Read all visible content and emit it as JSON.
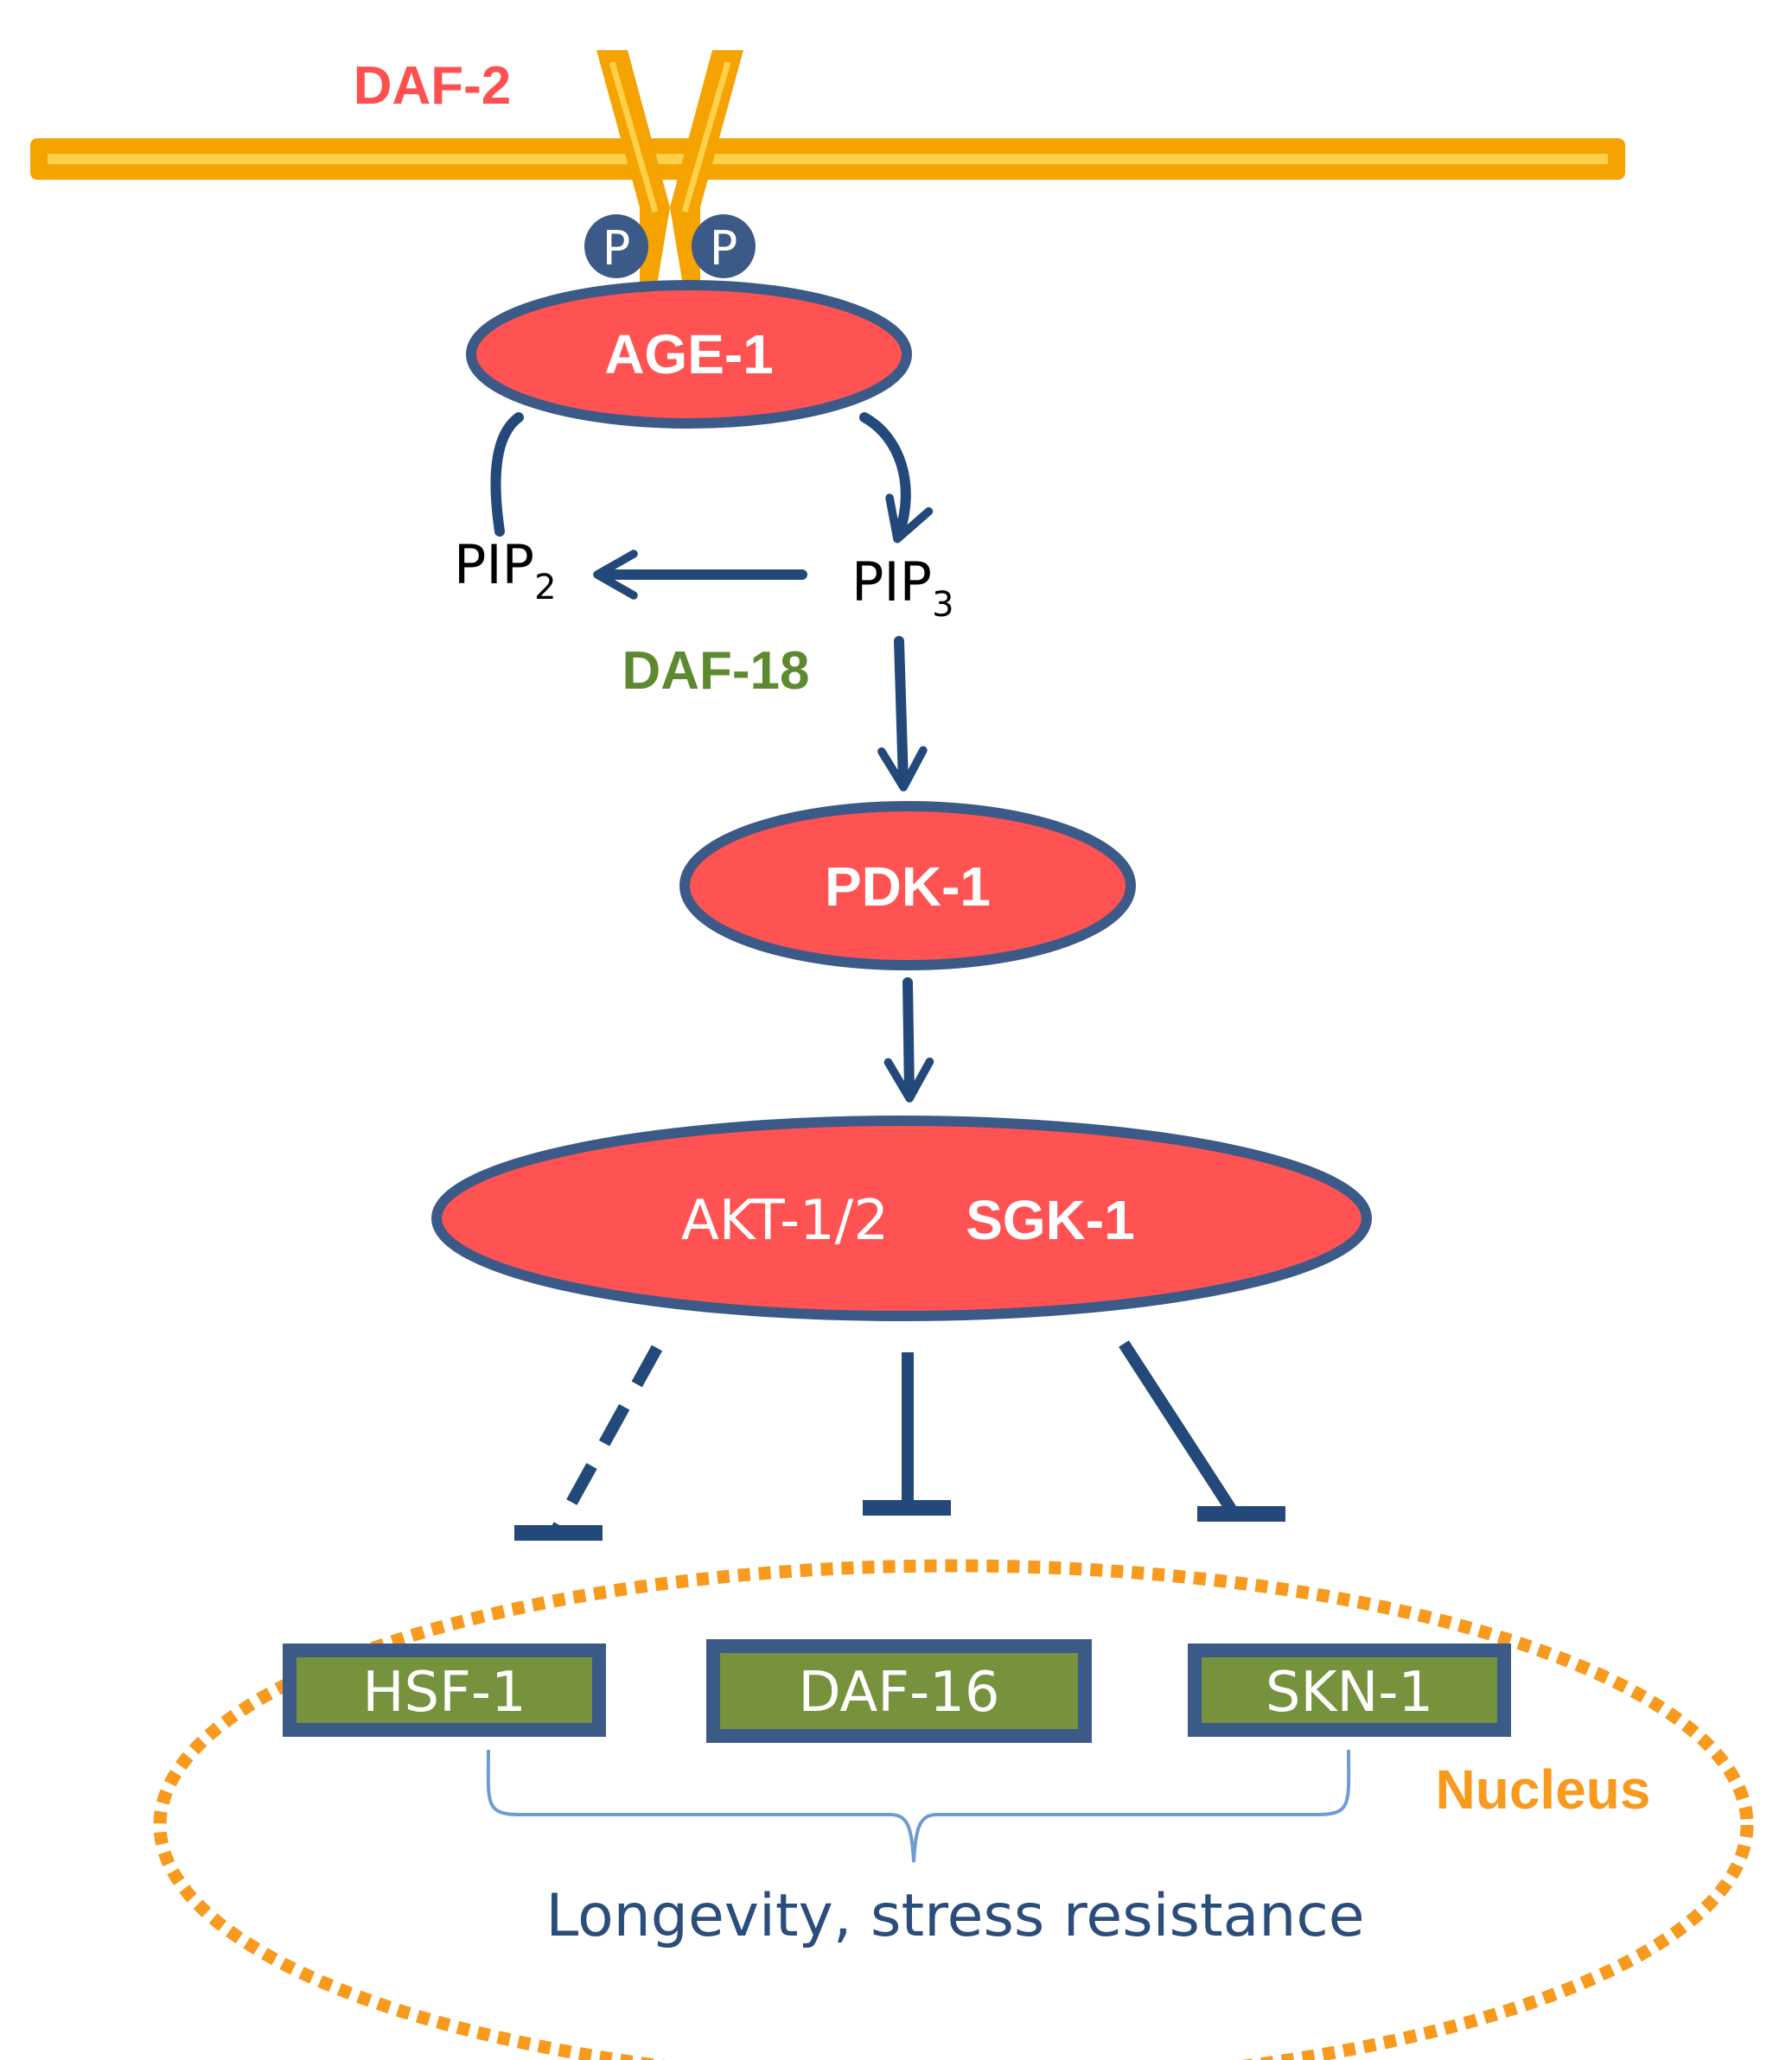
{
  "colors": {
    "membrane": "#f5a300",
    "membrane_highlight": "#ffd04a",
    "protein_fill": "#ff5252",
    "protein_stroke": "#3c5a87",
    "arrow": "#22497a",
    "tf_fill": "#76923c",
    "daf18_text": "#5e8a2f",
    "daf2_text": "#ff5050",
    "nucleus": "#f79a1e",
    "brace": "#6f9bd4",
    "output_text": "#2a4d7c"
  },
  "labels": {
    "daf2": "DAF-2",
    "phospho": "P",
    "age1": "AGE-1",
    "pip2_main": "PIP",
    "pip2_sub": "2",
    "pip3_main": "PIP",
    "pip3_sub": "3",
    "daf18": "DAF-18",
    "pdk1": "PDK-1",
    "akt": "AKT-1/2",
    "sgk": "SGK-1",
    "hsf1": "HSF-1",
    "daf16": "DAF-16",
    "skn1": "SKN-1",
    "nucleus": "Nucleus",
    "output": "Longevity, stress resistance"
  }
}
